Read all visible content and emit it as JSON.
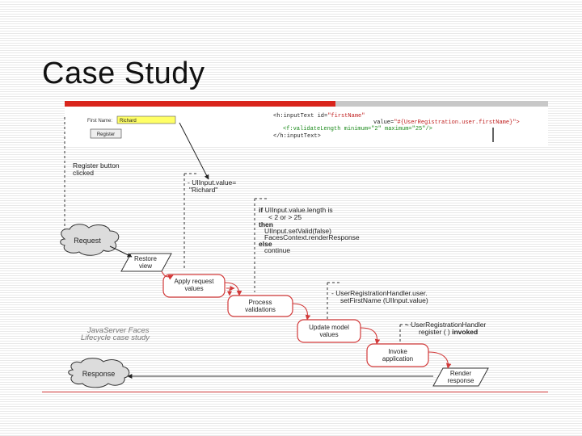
{
  "slide": {
    "title": "Case Study"
  },
  "form": {
    "first_name_label": "First Name:",
    "first_name_value": "Richard",
    "register_button": "Register"
  },
  "code": {
    "line1_tag": "<h:inputText id=",
    "line1_val": "\"firstName\"",
    "line2_attr": "value=",
    "line2_val": "\"#{UserRegistration.user.firstName}\">",
    "line3_tag": "<f:validateLength",
    "line3_attrs": " minimum=\"2\" maximum=\"25\"/>",
    "line4": "</h:inputText>"
  },
  "notes": {
    "register_clicked_1": "Register button",
    "register_clicked_2": "clicked",
    "uiinput_1": "- UIInput.value=",
    "uiinput_2": "\"Richard\"",
    "validate_if": "if",
    "validate_if_rest": " UIInput.value.length is",
    "validate_range": "< 2 or > 25",
    "validate_then": "then",
    "validate_setvalid": "UIInput.setValid(false)",
    "validate_render": "FacesContext.renderResponse",
    "validate_else": "else",
    "validate_continue": "continue",
    "model_1": "- UserRegistrationHandler.user.",
    "model_2": "setFirstName (UIInput.value)",
    "invoke_1": "- UserRegistrationHandler",
    "invoke_2a": "register ( ) ",
    "invoke_2b": "invoked",
    "caption_1": "JavaServer Faces",
    "caption_2": "Lifecycle case study"
  },
  "phases": {
    "request": "Request",
    "restore_1": "Restore",
    "restore_2": "view",
    "apply_1": "Apply request",
    "apply_2": "values",
    "process_1": "Process",
    "process_2": "validations",
    "update_1": "Update model",
    "update_2": "values",
    "invoke_1": "Invoke",
    "invoke_2": "application",
    "render_1": "Render",
    "render_2": "response",
    "response": "Response"
  },
  "colors": {
    "accent_red": "#d9251c",
    "phase_red": "#d23a3a",
    "form_field": "#ffff66"
  }
}
